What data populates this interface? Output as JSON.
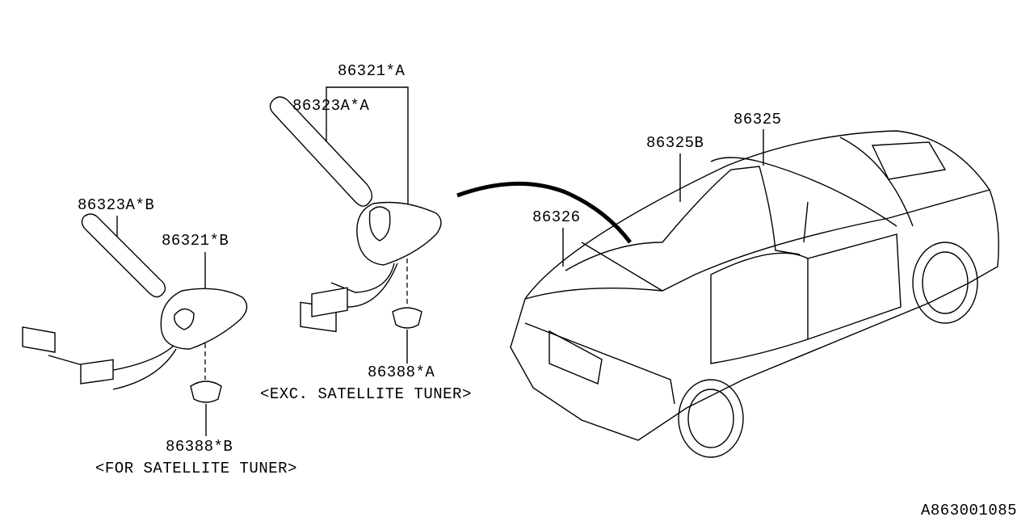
{
  "diagram_id": "A863001085",
  "parts": {
    "antenna_a": "86321*A",
    "rod_a": "86323A*A",
    "rod_b": "86323A*B",
    "antenna_b": "86321*B",
    "grommet_a": "86388*A",
    "grommet_b": "86388*B",
    "cord_main": "86325",
    "cord_b": "86325B",
    "cord_rear": "86326"
  },
  "notes": {
    "exc_satellite": "<EXC. SATELLITE TUNER>",
    "for_satellite": "<FOR SATELLITE TUNER>"
  }
}
